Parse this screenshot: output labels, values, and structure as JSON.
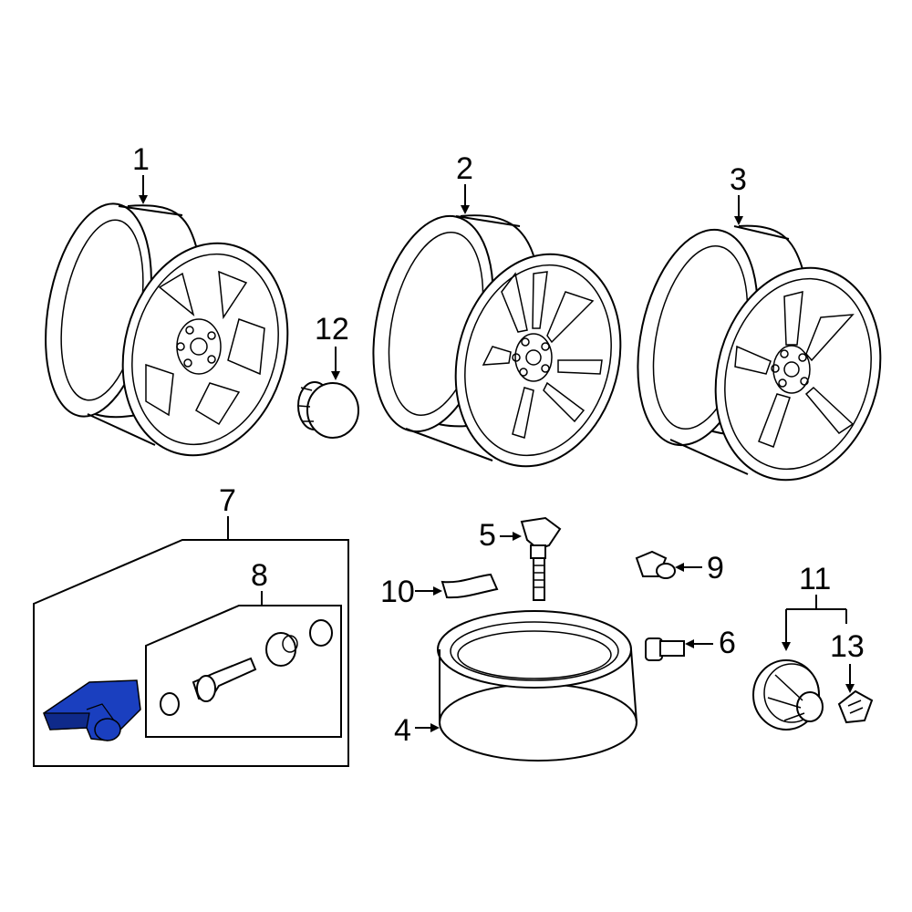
{
  "colors": {
    "highlight": "#1a3fbf",
    "line": "#000000",
    "background": "#ffffff"
  },
  "callouts": {
    "c1": "1",
    "c2": "2",
    "c3": "3",
    "c4": "4",
    "c5": "5",
    "c6": "6",
    "c7": "7",
    "c8": "8",
    "c9": "9",
    "c10": "10",
    "c11": "11",
    "c12": "12",
    "c13": "13"
  }
}
